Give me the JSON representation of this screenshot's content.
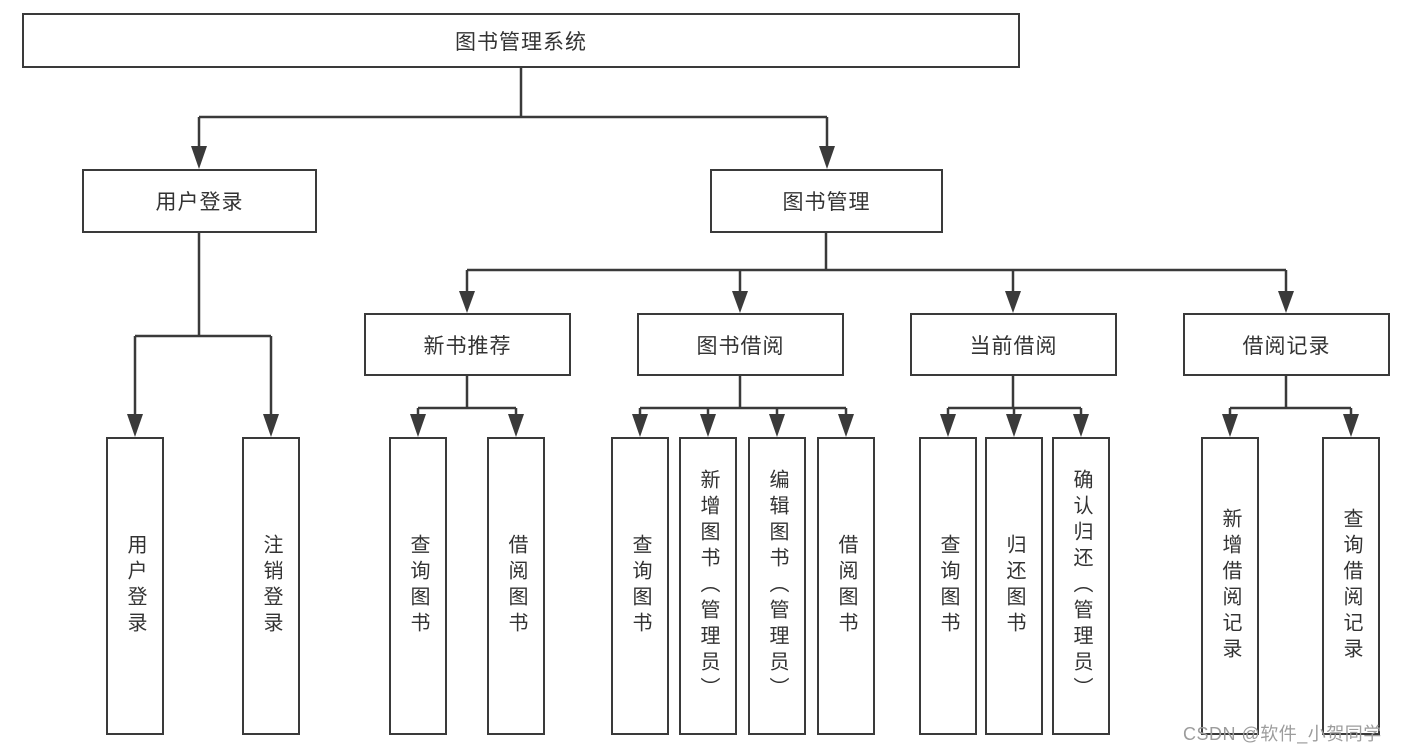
{
  "title": {
    "label": "图书管理系统"
  },
  "level2": [
    {
      "label": "用户登录"
    },
    {
      "label": "图书管理"
    }
  ],
  "level3": [
    {
      "label": "新书推荐"
    },
    {
      "label": "图书借阅"
    },
    {
      "label": "当前借阅"
    },
    {
      "label": "借阅记录"
    }
  ],
  "leaves": {
    "user_login": [
      {
        "label": "用户登录"
      },
      {
        "label": "注销登录"
      }
    ],
    "new_book_recommend": [
      {
        "label": "查询图书"
      },
      {
        "label": "借阅图书"
      }
    ],
    "book_borrow": [
      {
        "label": "查询图书"
      },
      {
        "label": "新增图书（管理员）"
      },
      {
        "label": "编辑图书（管理员）"
      },
      {
        "label": "借阅图书"
      }
    ],
    "current_borrow": [
      {
        "label": "查询图书"
      },
      {
        "label": "归还图书"
      },
      {
        "label": "确认归还（管理员）"
      }
    ],
    "borrow_record": [
      {
        "label": "新增借阅记录"
      },
      {
        "label": "查询借阅记录"
      }
    ]
  },
  "watermark": {
    "text": "CSDN @软件_小贺同学"
  },
  "colors": {
    "line": "#3a3a3a",
    "text": "#333333",
    "watermark_gray": "#9c9c9c",
    "background": "#ffffff"
  }
}
